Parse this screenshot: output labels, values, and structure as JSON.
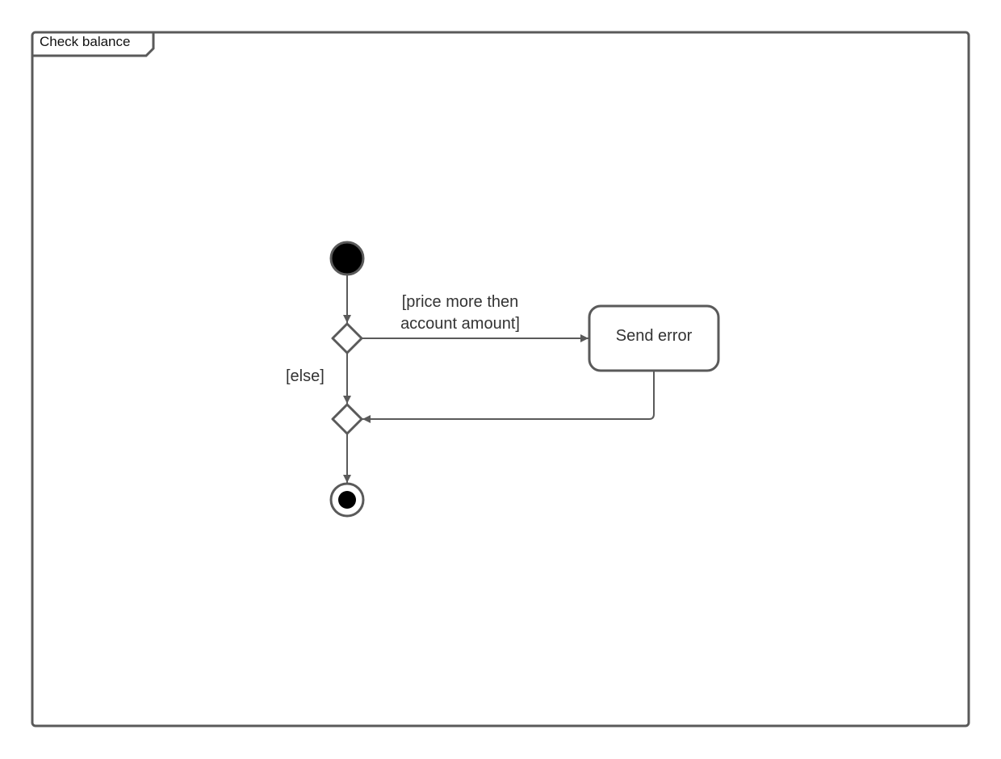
{
  "frame": {
    "title": "Check balance"
  },
  "nodes": {
    "initial": {
      "type": "initial-node"
    },
    "decision": {
      "type": "decision-node"
    },
    "merge": {
      "type": "merge-node"
    },
    "final": {
      "type": "activity-final-node"
    },
    "action": {
      "type": "action",
      "label": "Send error"
    }
  },
  "edges": {
    "guard_error": [
      "[price more then",
      "account amount]"
    ],
    "guard_else": "[else]"
  },
  "colors": {
    "stroke": "#5a5a5a",
    "fill_node": "#000000",
    "background": "#ffffff",
    "text": "#333333"
  }
}
